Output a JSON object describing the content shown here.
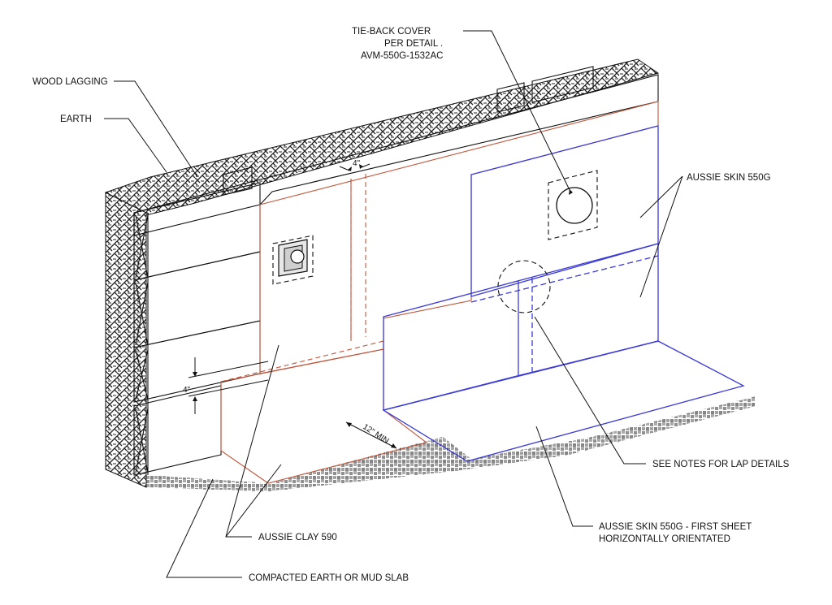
{
  "callouts": {
    "tie_back_cover": [
      "TIE-BACK COVER",
      "PER DETAIL .",
      "AVM-550G-1532AC"
    ],
    "wood_lagging": "WOOD LAGGING",
    "earth": "EARTH",
    "aussie_skin_550g": "AUSSIE SKIN 550G",
    "see_notes": "SEE NOTES FOR LAP DETAILS",
    "first_sheet": [
      "AUSSIE SKIN 550G - FIRST SHEET",
      "HORIZONTALLY ORIENTATED"
    ],
    "aussie_clay": "AUSSIE CLAY 590",
    "compacted_earth": "COMPACTED EARTH OR MUD SLAB"
  },
  "dimensions": {
    "lap_top": "4\"",
    "lap_left": "4\"",
    "min_clay": "12\" MIN"
  },
  "colors": {
    "clay": "#e9a08b",
    "clay_line": "#c0553a",
    "skin_line": "#3a3ad6",
    "skin_dot": "#5a5ae0"
  }
}
